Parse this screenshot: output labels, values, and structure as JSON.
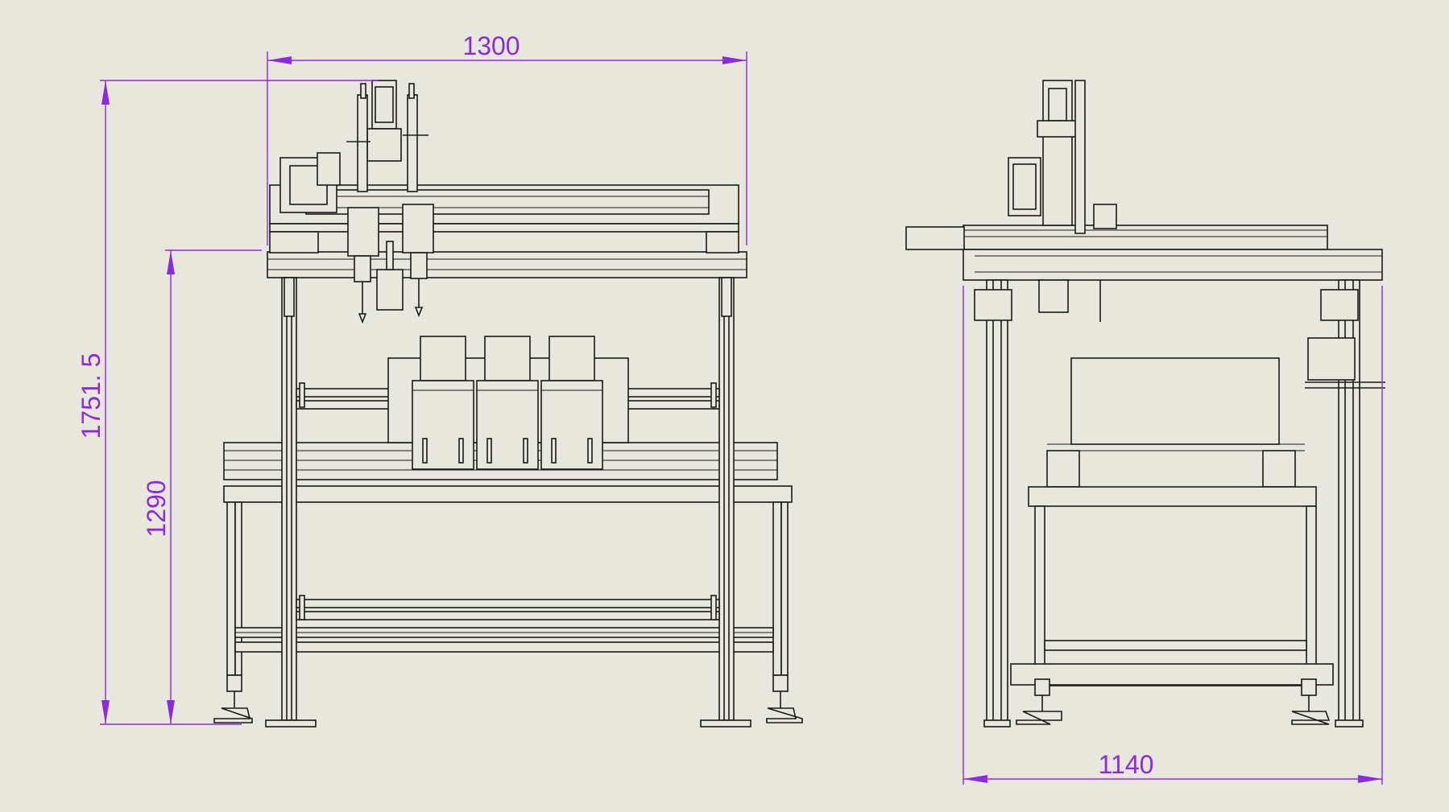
{
  "drawing": {
    "dimension_color": "#8a2be2",
    "line_color": "#1a1a1a",
    "background_color": "#e8e7dd"
  },
  "front_view": {
    "width_label": "1300",
    "overall_height_label": "1751. 5",
    "frame_height_label": "1290"
  },
  "side_view": {
    "depth_label": "1140"
  }
}
